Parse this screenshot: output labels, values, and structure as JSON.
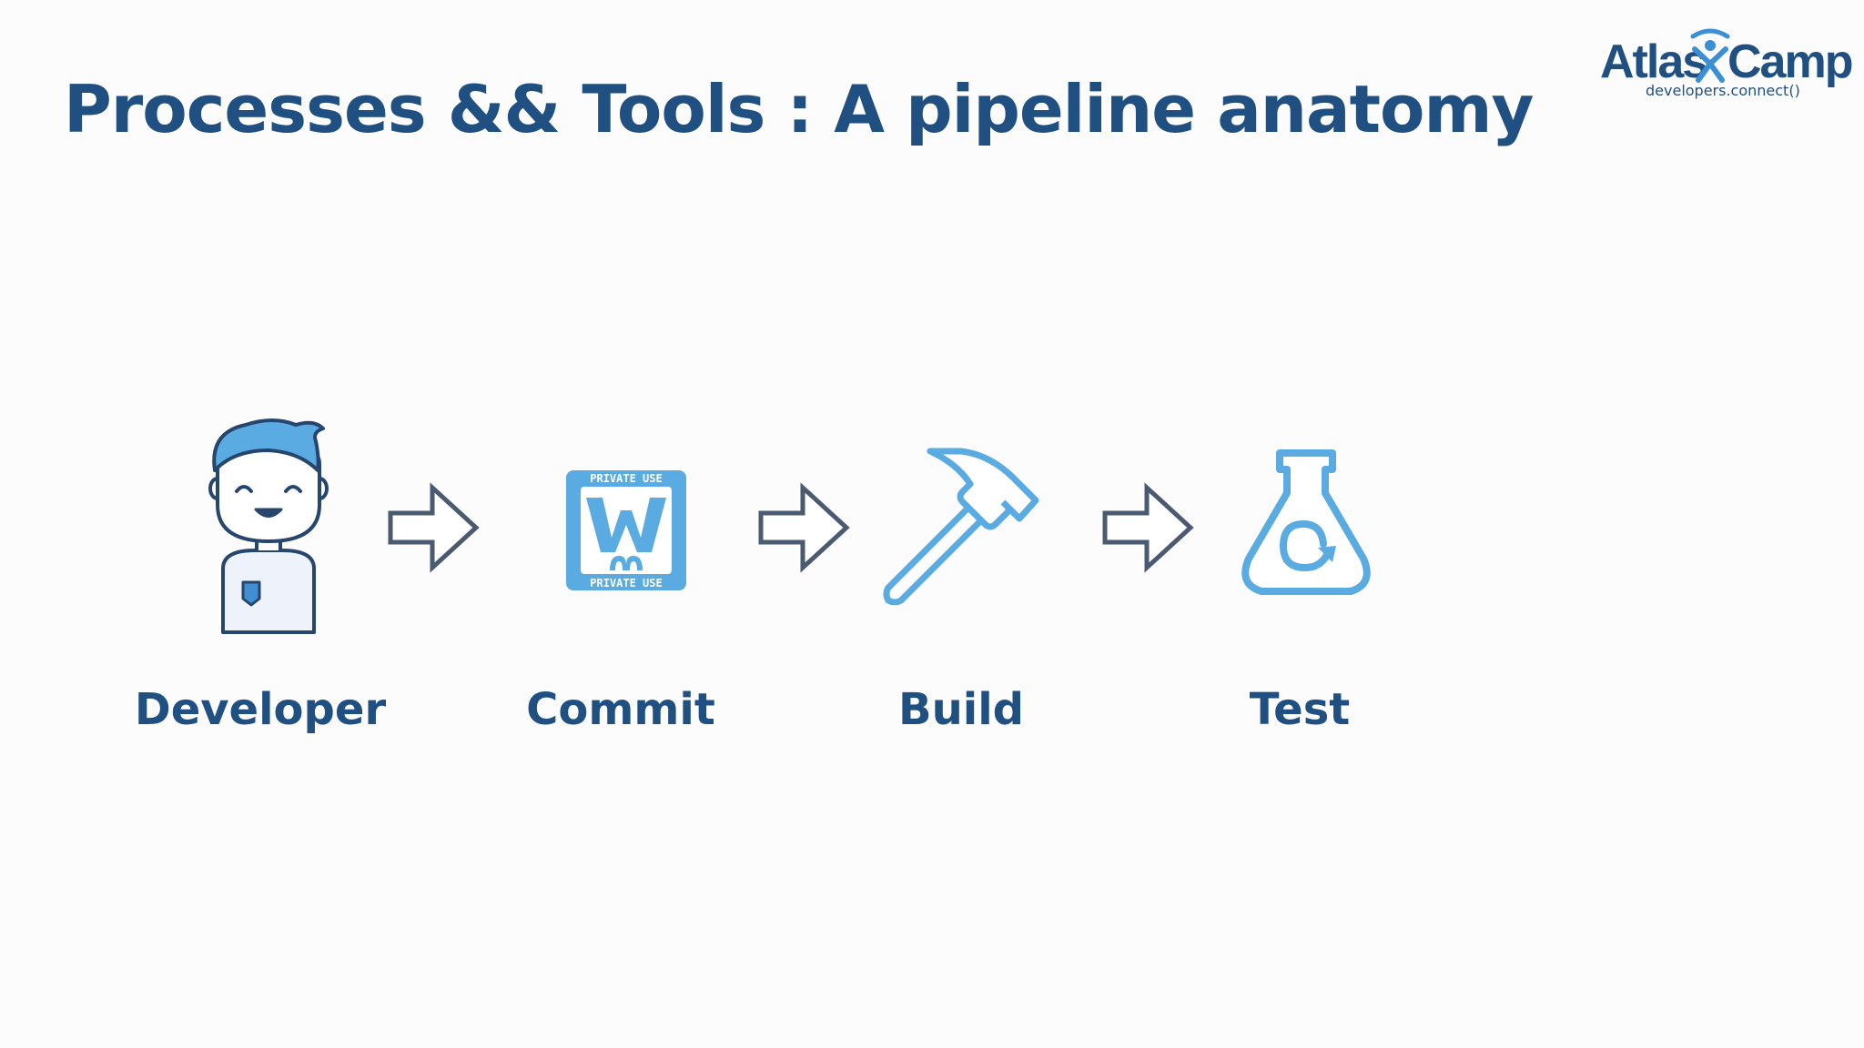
{
  "slide": {
    "title": "Processes && Tools : A pipeline anatomy"
  },
  "logo": {
    "brand_left": "Atlas",
    "brand_right": "Camp",
    "tagline": "developers.connect()"
  },
  "pipeline": {
    "stages": [
      {
        "label": "Developer",
        "icon": "developer-person-icon"
      },
      {
        "label": "Commit",
        "icon": "version-control-badge-icon"
      },
      {
        "label": "Build",
        "icon": "hammer-icon"
      },
      {
        "label": "Test",
        "icon": "flask-icon"
      }
    ],
    "connector_icon": "arrow-right-icon",
    "commit_badge": {
      "top_text": "PRIVATE USE",
      "bottom_text": "PRIVATE USE"
    }
  },
  "colors": {
    "title": "#205081",
    "icon_blue": "#5aabe2",
    "arrow_outline": "#4a5a70"
  }
}
